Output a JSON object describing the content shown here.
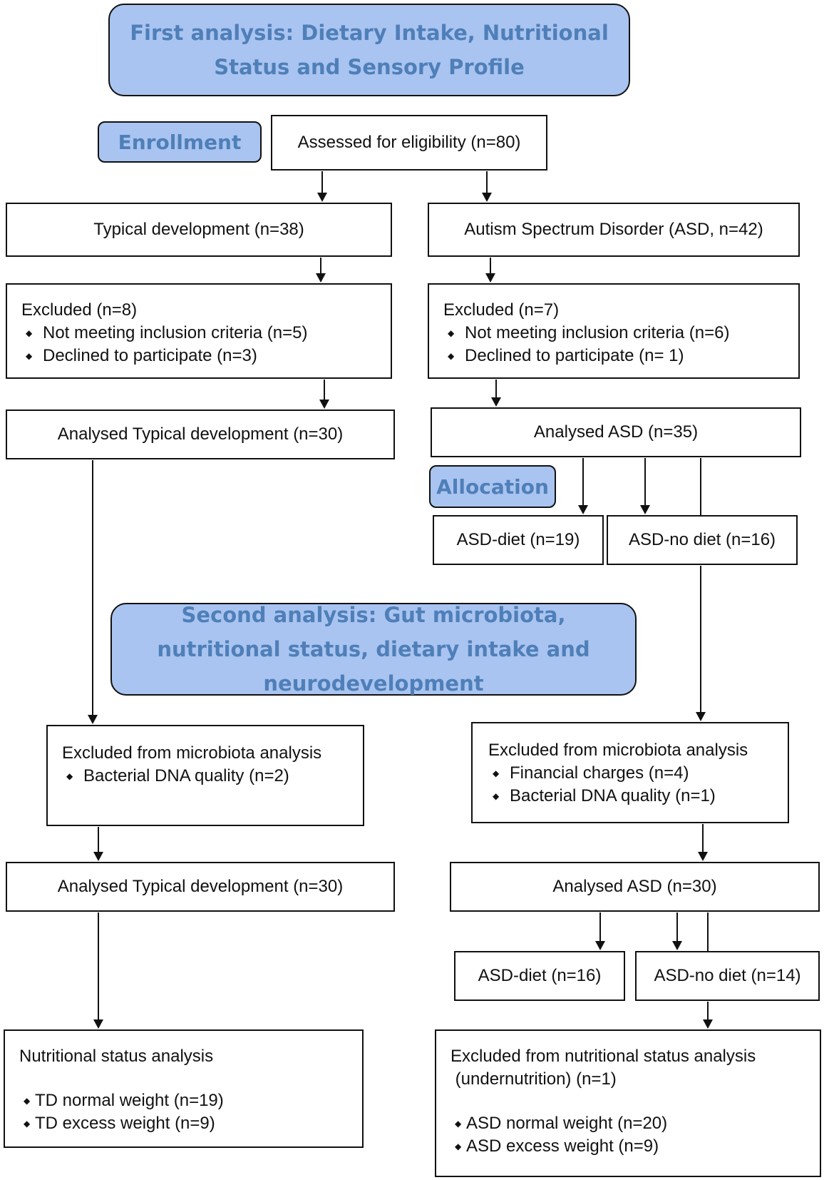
{
  "headers": {
    "first": "First analysis: Dietary Intake, Nutritional Status and Sensory Profile",
    "second": "Second analysis: Gut microbiota, nutritional status, dietary intake and neurodevelopment"
  },
  "tags": {
    "enrollment": "Enrollment",
    "allocation": "Allocation"
  },
  "phase1": {
    "assessed": "Assessed for eligibility (n=80)",
    "td": "Typical development (n=38)",
    "asd": "Autism Spectrum Disorder (ASD, n=42)",
    "excluded_td": {
      "title": "Excluded (n=8)",
      "items": [
        "Not meeting inclusion criteria (n=5)",
        "Declined to participate (n=3)"
      ]
    },
    "excluded_asd": {
      "title": "Excluded (n=7)",
      "items": [
        "Not meeting inclusion criteria (n=6)",
        "Declined to participate (n= 1)"
      ]
    },
    "analysed_td": "Analysed Typical development (n=30)",
    "analysed_asd": "Analysed ASD (n=35)",
    "asd_diet": "ASD-diet (n=19)",
    "asd_nodiet": "ASD-no diet (n=16)"
  },
  "phase2": {
    "excluded_td": {
      "title": "Excluded from microbiota analysis",
      "items": [
        "Bacterial DNA quality (n=2)"
      ]
    },
    "excluded_asd": {
      "title": "Excluded from microbiota analysis",
      "items": [
        "Financial charges (n=4)",
        "Bacterial DNA quality (n=1)"
      ]
    },
    "analysed_td": "Analysed Typical development (n=30)",
    "analysed_asd": "Analysed ASD (n=30)",
    "asd_diet": "ASD-diet (n=16)",
    "asd_nodiet": "ASD-no diet (n=14)",
    "nutrition_td": {
      "title": "Nutritional status analysis",
      "items": [
        "TD normal weight (n=19)",
        "TD excess weight (n=9)"
      ]
    },
    "nutrition_asd": {
      "title": "Excluded from nutritional status analysis",
      "subtitle": " (undernutrition) (n=1)",
      "items": [
        "ASD normal weight (n=20)",
        "ASD excess weight (n=9)"
      ]
    }
  }
}
